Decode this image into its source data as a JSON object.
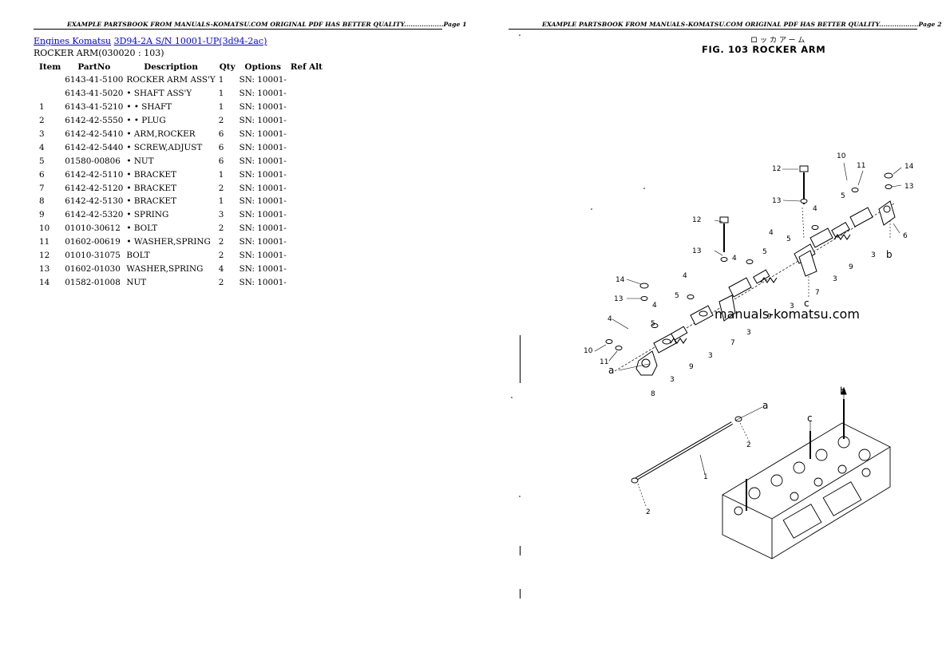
{
  "header_text_page1": "EXAMPLE PARTSBOOK FROM MANUALS-KOMATSU.COM ORIGINAL PDF HAS BETTER QUALITY..................Page 1",
  "header_text_page2": "EXAMPLE PARTSBOOK FROM MANUALS-KOMATSU.COM ORIGINAL PDF HAS BETTER QUALITY..................Page 2",
  "breadcrumb": {
    "link1": "Engines Komatsu",
    "link2": "3D94-2A S/N 10001-UP(3d94-2ac)"
  },
  "section_title": "ROCKER ARM(030020 : 103)",
  "table": {
    "headers": [
      "Item",
      "PartNo",
      "Description",
      "Qty",
      "Options",
      "Ref Alt"
    ],
    "rows": [
      {
        "item": "",
        "part": "6143-41-5100",
        "desc": "ROCKER ARM ASS'Y",
        "qty": "1",
        "opt": "SN: 10001-"
      },
      {
        "item": "",
        "part": "6143-41-5020",
        "desc": "• SHAFT ASS'Y",
        "qty": "1",
        "opt": "SN: 10001-"
      },
      {
        "item": "1",
        "part": "6143-41-5210",
        "desc": "• • SHAFT",
        "qty": "1",
        "opt": "SN: 10001-"
      },
      {
        "item": "2",
        "part": "6142-42-5550",
        "desc": "• • PLUG",
        "qty": "2",
        "opt": "SN: 10001-"
      },
      {
        "item": "3",
        "part": "6142-42-5410",
        "desc": "• ARM,ROCKER",
        "qty": "6",
        "opt": "SN: 10001-"
      },
      {
        "item": "4",
        "part": "6142-42-5440",
        "desc": "• SCREW,ADJUST",
        "qty": "6",
        "opt": "SN: 10001-"
      },
      {
        "item": "5",
        "part": "01580-00806",
        "desc": "• NUT",
        "qty": "6",
        "opt": "SN: 10001-"
      },
      {
        "item": "6",
        "part": "6142-42-5110",
        "desc": "• BRACKET",
        "qty": "1",
        "opt": "SN: 10001-"
      },
      {
        "item": "7",
        "part": "6142-42-5120",
        "desc": "• BRACKET",
        "qty": "2",
        "opt": "SN: 10001-"
      },
      {
        "item": "8",
        "part": "6142-42-5130",
        "desc": "• BRACKET",
        "qty": "1",
        "opt": "SN: 10001-"
      },
      {
        "item": "9",
        "part": "6142-42-5320",
        "desc": "• SPRING",
        "qty": "3",
        "opt": "SN: 10001-"
      },
      {
        "item": "10",
        "part": "01010-30612",
        "desc": "• BOLT",
        "qty": "2",
        "opt": "SN: 10001-"
      },
      {
        "item": "11",
        "part": "01602-00619",
        "desc": "• WASHER,SPRING",
        "qty": "2",
        "opt": "SN: 10001-"
      },
      {
        "item": "12",
        "part": "01010-31075",
        "desc": "BOLT",
        "qty": "2",
        "opt": "SN: 10001-"
      },
      {
        "item": "13",
        "part": "01602-01030",
        "desc": "WASHER,SPRING",
        "qty": "4",
        "opt": "SN: 10001-"
      },
      {
        "item": "14",
        "part": "01582-01008",
        "desc": "NUT",
        "qty": "2",
        "opt": "SN: 10001-"
      }
    ]
  },
  "figure": {
    "jp_title": "ロッカアーム",
    "title": "FIG. 103 ROCKER ARM",
    "watermark": "manuals-komatsu.com"
  }
}
